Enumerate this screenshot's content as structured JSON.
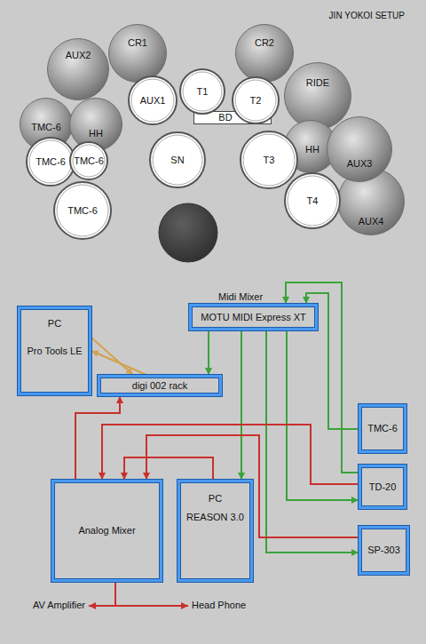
{
  "diagram": {
    "title": "JIN YOKOI SETUP",
    "nodes": [
      {
        "text": [
          "CR1"
        ]
      },
      {
        "text": [
          "CR2"
        ]
      },
      {
        "text": [
          "AUX2"
        ]
      },
      {
        "text": [
          "AUX1"
        ]
      },
      {
        "text": [
          "T1"
        ]
      },
      {
        "text": [
          "T2"
        ]
      },
      {
        "text": [
          "BD"
        ]
      },
      {
        "text": [
          "RIDE"
        ]
      },
      {
        "text": [
          "TMC-6"
        ]
      },
      {
        "text": [
          "HH"
        ]
      },
      {
        "text": [
          "SN"
        ]
      },
      {
        "text": [
          "T3"
        ]
      },
      {
        "text": [
          "HH"
        ]
      },
      {
        "text": [
          "TMC-6"
        ]
      },
      {
        "text": [
          "TMC-6"
        ]
      },
      {
        "text": [
          "AUX3"
        ]
      },
      {
        "text": [
          "T4"
        ]
      },
      {
        "text": [
          "TMC-6"
        ]
      },
      {
        "text": [
          "AUX4"
        ]
      },
      {
        "text": [
          "Midi Mixer",
          "MOTU MIDI Express XT"
        ]
      },
      {
        "text": [
          "PC",
          "Pro Tools LE"
        ]
      },
      {
        "text": [
          "digi 002 rack"
        ]
      },
      {
        "text": [
          "TMC-6"
        ]
      },
      {
        "text": [
          "TD-20"
        ]
      },
      {
        "text": [
          "Analog Mixer"
        ]
      },
      {
        "text": [
          "PC",
          "REASON 3.0"
        ]
      },
      {
        "text": [
          "SP-303"
        ]
      }
    ],
    "edges": [
      {
        "from": 20,
        "to": 21,
        "arrow": "to"
      },
      {
        "from": 21,
        "to": 20,
        "arrow": "to"
      },
      {
        "from": 19,
        "to": 21,
        "arrow": "to"
      },
      {
        "from": 19,
        "to": 25,
        "arrow": "to"
      },
      {
        "from": 19,
        "to": 23,
        "arrow": "to"
      },
      {
        "from": 19,
        "to": 26,
        "arrow": "to"
      },
      {
        "from": 22,
        "to": 19,
        "arrow": "to"
      },
      {
        "from": 23,
        "to": 19,
        "arrow": "to"
      },
      {
        "from": 24,
        "to": 21,
        "arrow": "to"
      },
      {
        "from": 23,
        "to": 24,
        "arrow": "to"
      },
      {
        "from": 26,
        "to": 24,
        "arrow": "to"
      },
      {
        "from": 25,
        "to": 24,
        "arrow": "to"
      }
    ],
    "labels": [
      "AV Amplifier",
      "Head Phone"
    ]
  }
}
